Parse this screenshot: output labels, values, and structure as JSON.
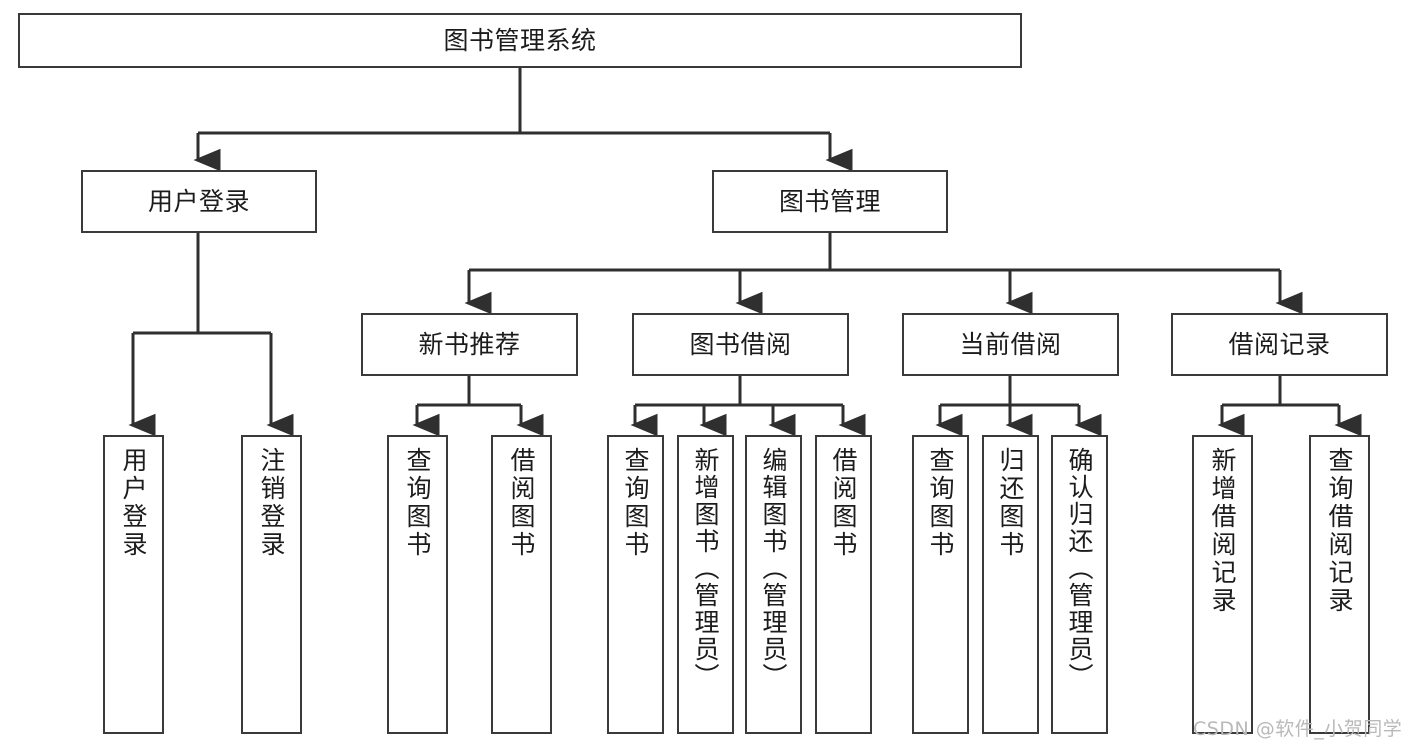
{
  "diagram": {
    "title": "图书管理系统",
    "type": "tree-hierarchy",
    "watermark": "CSDN @软件_小贺同学",
    "colors": {
      "box_border": "#3a3a3a",
      "box_fill": "#ffffff",
      "connector": "#2f2f2f",
      "text": "#1c1c1c",
      "watermark": "#b9b9b9",
      "background": "#ffffff"
    },
    "levels": {
      "level1": [
        {
          "id": "root",
          "label": "图书管理系统",
          "orientation": "horizontal"
        }
      ],
      "level2": [
        {
          "id": "user-login",
          "label": "用户登录",
          "orientation": "horizontal"
        },
        {
          "id": "book-manage",
          "label": "图书管理",
          "orientation": "horizontal"
        }
      ],
      "level3": [
        {
          "id": "new-book-recommend",
          "label": "新书推荐",
          "orientation": "horizontal",
          "parent": "book-manage"
        },
        {
          "id": "book-borrow",
          "label": "图书借阅",
          "orientation": "horizontal",
          "parent": "book-manage"
        },
        {
          "id": "current-borrow",
          "label": "当前借阅",
          "orientation": "horizontal",
          "parent": "book-manage"
        },
        {
          "id": "borrow-record",
          "label": "借阅记录",
          "orientation": "horizontal",
          "parent": "book-manage"
        }
      ],
      "level4": [
        {
          "id": "leaf-user-login",
          "label": "用户登录",
          "orientation": "vertical",
          "parent": "user-login"
        },
        {
          "id": "leaf-logout-login",
          "label": "注销登录",
          "orientation": "vertical",
          "parent": "user-login"
        },
        {
          "id": "leaf-query-book-1",
          "label": "查询图书",
          "orientation": "vertical",
          "parent": "new-book-recommend"
        },
        {
          "id": "leaf-borrow-book-1",
          "label": "借阅图书",
          "orientation": "vertical",
          "parent": "new-book-recommend"
        },
        {
          "id": "leaf-query-book-2",
          "label": "查询图书",
          "orientation": "vertical",
          "parent": "book-borrow"
        },
        {
          "id": "leaf-add-book",
          "label": "新增图书（管理员）",
          "orientation": "vertical",
          "parent": "book-borrow"
        },
        {
          "id": "leaf-edit-book",
          "label": "编辑图书（管理员）",
          "orientation": "vertical",
          "parent": "book-borrow"
        },
        {
          "id": "leaf-borrow-book-2",
          "label": "借阅图书",
          "orientation": "vertical",
          "parent": "book-borrow"
        },
        {
          "id": "leaf-query-book-3",
          "label": "查询图书",
          "orientation": "vertical",
          "parent": "current-borrow"
        },
        {
          "id": "leaf-return-book",
          "label": "归还图书",
          "orientation": "vertical",
          "parent": "current-borrow"
        },
        {
          "id": "leaf-confirm-return",
          "label": "确认归还（管理员）",
          "orientation": "vertical",
          "parent": "current-borrow"
        },
        {
          "id": "leaf-add-record",
          "label": "新增借阅记录",
          "orientation": "vertical",
          "parent": "borrow-record"
        },
        {
          "id": "leaf-query-record",
          "label": "查询借阅记录",
          "orientation": "vertical",
          "parent": "borrow-record"
        }
      ]
    }
  }
}
